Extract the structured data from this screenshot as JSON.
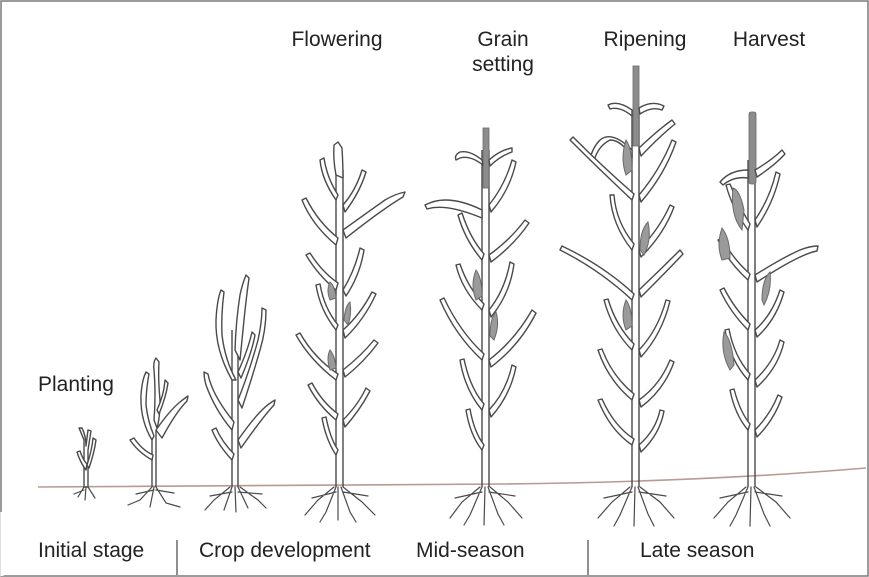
{
  "growth_labels": {
    "planting": "Planting",
    "flowering": "Flowering",
    "grain_setting_line1": "Grain",
    "grain_setting_line2": "setting",
    "ripening": "Ripening",
    "harvest": "Harvest"
  },
  "season_stages": {
    "initial": "Initial stage",
    "crop_development": "Crop development",
    "mid_season": "Mid-season",
    "late_season": "Late season"
  },
  "colors": {
    "outline": "#4a4a4a",
    "ground": "#b89a93",
    "text": "#222222",
    "cob": "#9a9a9a"
  }
}
